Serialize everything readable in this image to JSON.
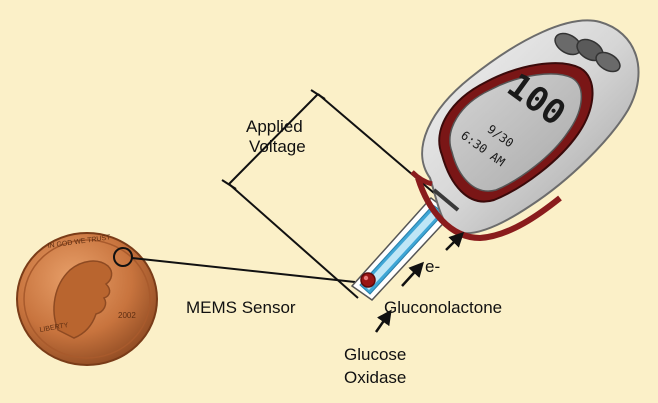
{
  "labels": {
    "applied_voltage": [
      "Applied",
      "Voltage"
    ],
    "mems_sensor": "MEMS Sensor",
    "gluconolactone": "Gluconolactone",
    "electron": "e-",
    "glucose_oxidase": [
      "Glucose",
      "Oxidase"
    ]
  },
  "meter_display": {
    "reading": "100",
    "date": "9/30",
    "time": "6:30 AM"
  },
  "penny": {
    "inscription_top": "IN GOD WE TRUST",
    "inscription_left": "LIBERTY",
    "year": "2002"
  },
  "colors": {
    "background": "#fbf0c8",
    "meter_body": "#d8d8d8",
    "meter_trim": "#8a1c1c",
    "strip_blue": "#3ea6d6",
    "penny_copper": "#c8743e",
    "blood_drop": "#9a1414"
  }
}
